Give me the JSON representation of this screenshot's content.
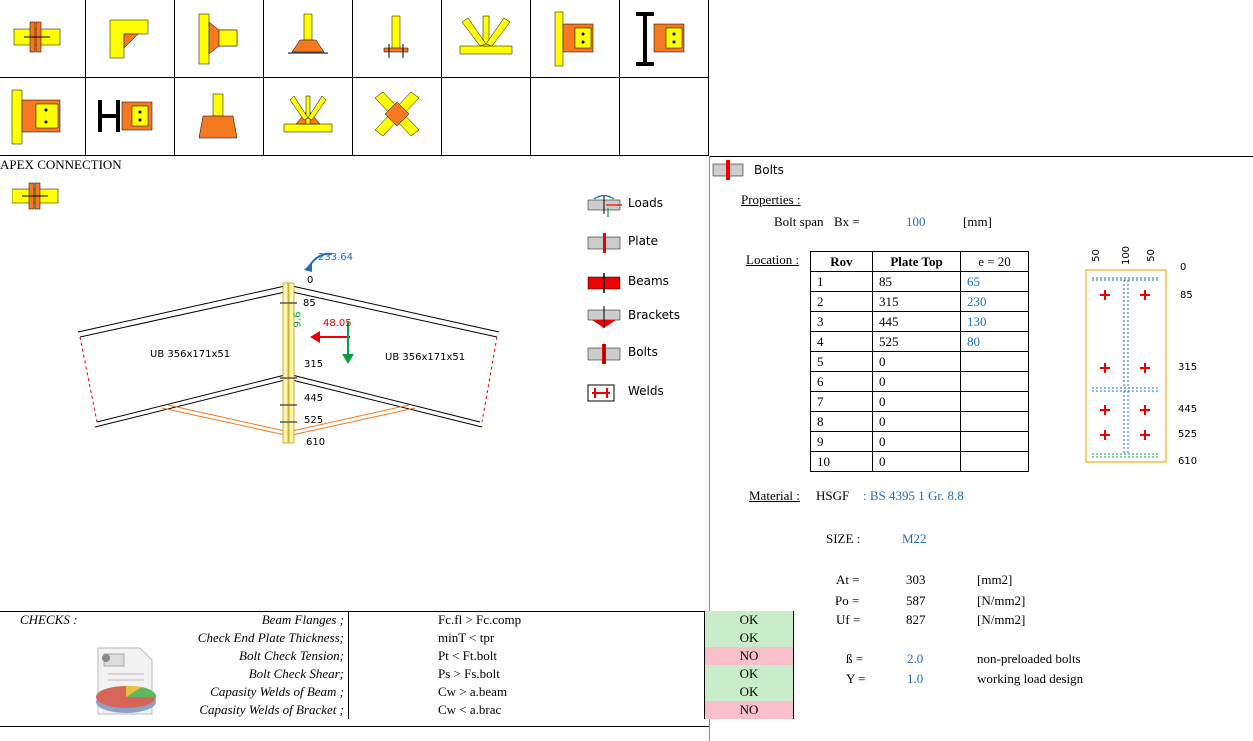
{
  "section_title": "APEX CONNECTION",
  "menu": [
    {
      "label": "Loads",
      "icon": "loads-icon"
    },
    {
      "label": "Plate",
      "icon": "plate-icon"
    },
    {
      "label": "Beams",
      "icon": "beams-icon"
    },
    {
      "label": "Brackets",
      "icon": "brackets-icon"
    },
    {
      "label": "Bolts",
      "icon": "bolts-icon"
    },
    {
      "label": "Welds",
      "icon": "welds-icon"
    }
  ],
  "drawing": {
    "beam_left": "UB 356x171x51",
    "beam_right": "UB 356x171x51",
    "moment": "233.64",
    "shear": "9.6",
    "axial": "48.05",
    "levels": [
      "0",
      "85",
      "315",
      "445",
      "525",
      "610"
    ]
  },
  "panel": {
    "title": "Bolts",
    "properties_label": "Properties :",
    "bolt_span_label": "Bolt span",
    "bolt_span_symbol": "Bx =",
    "bolt_span_value": "100",
    "bolt_span_unit": "[mm]",
    "location_label": "Location :",
    "table_headers": [
      "Rov",
      "Plate Top",
      "e = 20"
    ],
    "rows": [
      {
        "row": "1",
        "plate_top": "85",
        "e": "65"
      },
      {
        "row": "2",
        "plate_top": "315",
        "e": "230"
      },
      {
        "row": "3",
        "plate_top": "445",
        "e": "130"
      },
      {
        "row": "4",
        "plate_top": "525",
        "e": "80"
      },
      {
        "row": "5",
        "plate_top": "0",
        "e": ""
      },
      {
        "row": "6",
        "plate_top": "0",
        "e": ""
      },
      {
        "row": "7",
        "plate_top": "0",
        "e": ""
      },
      {
        "row": "8",
        "plate_top": "0",
        "e": ""
      },
      {
        "row": "9",
        "plate_top": "0",
        "e": ""
      },
      {
        "row": "10",
        "plate_top": "0",
        "e": ""
      }
    ],
    "plate_dims": [
      "50",
      "100",
      "50"
    ],
    "plate_levels": [
      "0",
      "85",
      "315",
      "445",
      "525",
      "610"
    ],
    "material_label": "Material :",
    "material_type": "HSGF",
    "material_std": ": BS 4395 1 Gr. 8.8",
    "size_label": "SIZE :",
    "size_value": "M22",
    "props": [
      {
        "label": "At =",
        "value": "303",
        "unit": "[mm2]"
      },
      {
        "label": "Po =",
        "value": "587",
        "unit": "[N/mm2]"
      },
      {
        "label": "Uf =",
        "value": "827",
        "unit": "[N/mm2]"
      }
    ],
    "beta_label": "ß =",
    "beta_value": "2.0",
    "beta_note": "non-preloaded bolts",
    "gamma_label": "Y =",
    "gamma_value": "1.0",
    "gamma_note": "working load design"
  },
  "checks_label": "CHECKS :",
  "checks": [
    {
      "desc": "Beam Flanges ;",
      "formula": "Fc.fl > Fc.comp",
      "result": "OK"
    },
    {
      "desc": "Check End Plate Thickness;",
      "formula": "minT < tpr",
      "result": "OK"
    },
    {
      "desc": "Bolt Check Tension;",
      "formula": "Pt < Ft.bolt",
      "result": "NO"
    },
    {
      "desc": "Bolt Check Shear;",
      "formula": "Ps > Fs.bolt",
      "result": "OK"
    },
    {
      "desc": "Capasity Welds of Beam ;",
      "formula": "Cw > a.beam",
      "result": "OK"
    },
    {
      "desc": "Capasity Welds of Bracket ;",
      "formula": "Cw < a.brac",
      "result": "NO"
    }
  ],
  "colors": {
    "yellow": "#ffff00",
    "orange": "#f47920",
    "blue": "#1f6fb4",
    "ok": "#c9ecc9",
    "no": "#f9c0cb"
  }
}
